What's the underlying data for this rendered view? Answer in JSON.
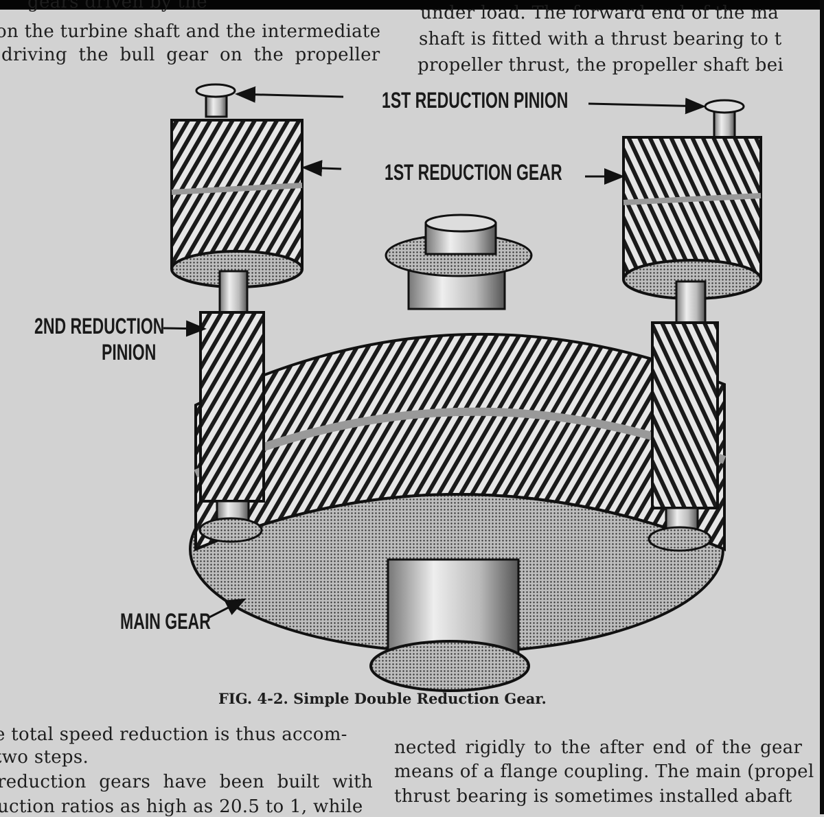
{
  "top_text": {
    "left_lines": [
      "gears driven by the",
      "on the turbine shaft and the intermediate",
      "driving the bull gear on the propeller"
    ],
    "right_lines": [
      "under load. The forward end of the ma",
      "shaft is fitted with a thrust bearing to t",
      "propeller thrust, the propeller shaft bei"
    ]
  },
  "figure": {
    "labels": {
      "first_reduction_pinion": "1ST REDUCTION PINION",
      "first_reduction_gear": "1ST REDUCTION GEAR",
      "second_reduction_pinion_line1": "2ND REDUCTION",
      "second_reduction_pinion_line2": "PINION",
      "main_gear": "MAIN GEAR"
    },
    "caption": "FIG. 4-2. Simple Double Reduction Gear."
  },
  "bottom_text": {
    "left_lines": [
      "e total speed reduction is thus accom-",
      "two steps.",
      "reduction gears have been built with",
      "uction ratios as high as 20.5 to 1, while"
    ],
    "right_lines": [
      "nected rigidly to the after end of the gear",
      "means of a flange coupling. The main (propel",
      "thrust bearing is sometimes installed abaft"
    ]
  }
}
